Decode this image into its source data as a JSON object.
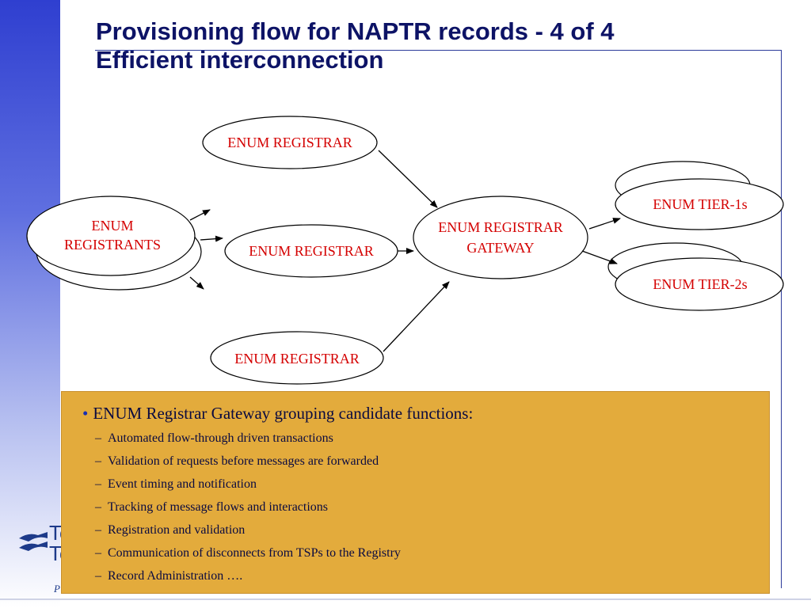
{
  "title": {
    "line1": "Provisioning flow for NAPTR records - 4 of 4",
    "line2": "Efficient interconnection"
  },
  "diagram": {
    "registrants": "ENUM REGISTRANTS",
    "registrar_top": "ENUM REGISTRAR",
    "registrar_middle": "ENUM REGISTRAR",
    "registrar_bottom": "ENUM REGISTRAR",
    "gateway": "ENUM REGISTRAR GATEWAY",
    "tier1": "ENUM TIER-1s",
    "tier2": "ENUM TIER-2s"
  },
  "notes": {
    "bullet": "•",
    "heading": "ENUM Registrar Gateway grouping candidate functions:",
    "dash": "–",
    "items": [
      "Automated flow-through driven transactions",
      "Validation of requests before messages are forwarded",
      "Event timing and notification",
      "Tracking of message flows and interactions",
      "Registration and validation",
      "Communication of disconnects from TSPs to the Registry",
      "Record Administration …."
    ]
  },
  "logo": {
    "text_line1": "Te",
    "text_line2": "Te",
    "footer": "P"
  },
  "colors": {
    "title": "#0d1366",
    "node_text": "#d40000",
    "notes_bg": "#e3ab3c",
    "sidebar": "#2f3fd0"
  }
}
